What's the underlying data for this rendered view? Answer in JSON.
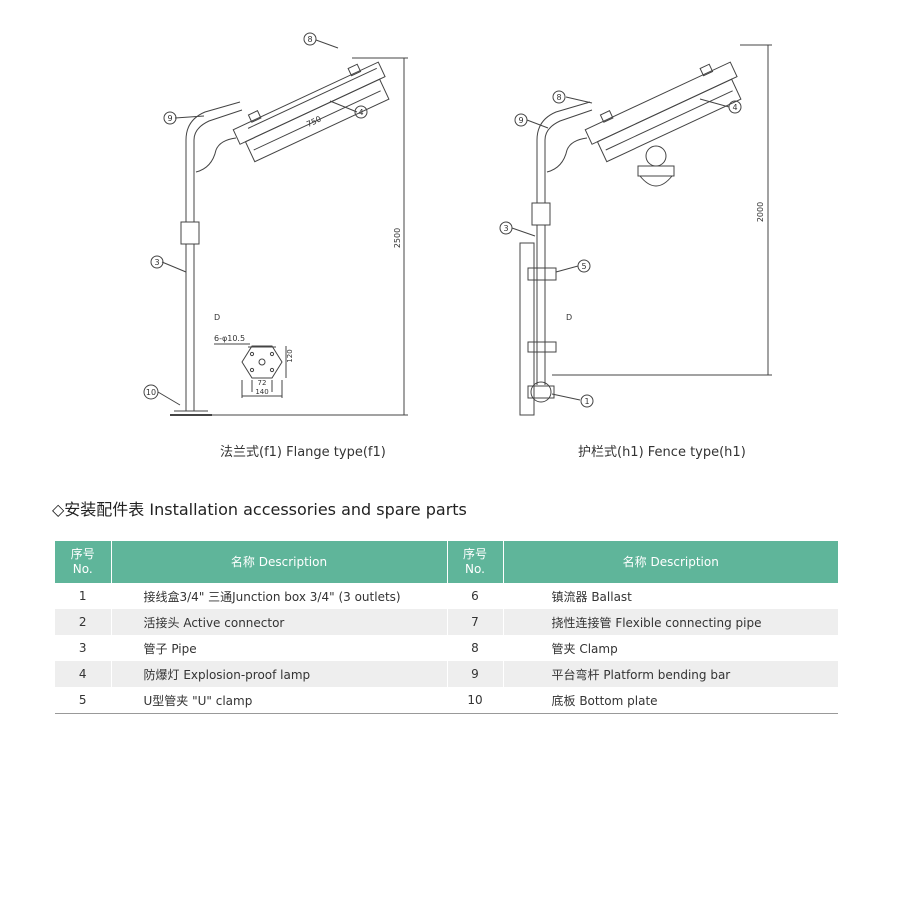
{
  "figures": {
    "left": {
      "caption": "法兰式(f1) Flange type(f1)",
      "dim_height": "2500",
      "dim_length": "750",
      "label_d": "D",
      "hole_label": "6-φ10.5",
      "plate_dims": [
        "120",
        "72",
        "140"
      ],
      "callouts": [
        "8",
        "9",
        "4",
        "3",
        "10"
      ]
    },
    "right": {
      "caption": "护栏式(h1) Fence type(h1)",
      "dim_height": "2000",
      "label_d": "D",
      "callouts": [
        "8",
        "9",
        "4",
        "3",
        "5",
        "1"
      ]
    }
  },
  "section_title": "◇安装配件表 Installation accessories and spare parts",
  "table": {
    "headers": {
      "no_cn": "序号",
      "no_en": "No.",
      "desc": "名称 Description"
    },
    "rows": [
      {
        "n1": "1",
        "d1": "接线盒3/4\" 三通Junction box 3/4\" (3 outlets)",
        "n2": "6",
        "d2": "镇流器 Ballast"
      },
      {
        "n1": "2",
        "d1": "活接头 Active connector",
        "n2": "7",
        "d2": "挠性连接管 Flexible connecting pipe"
      },
      {
        "n1": "3",
        "d1": "管子 Pipe",
        "n2": "8",
        "d2": "管夹 Clamp"
      },
      {
        "n1": "4",
        "d1": "防爆灯 Explosion-proof lamp",
        "n2": "9",
        "d2": "平台弯杆 Platform bending bar"
      },
      {
        "n1": "5",
        "d1": "U型管夹 \"U\" clamp",
        "n2": "10",
        "d2": "底板 Bottom plate"
      }
    ]
  },
  "colors": {
    "header_bg": "#5fb59a",
    "row_alt": "#eeeeee",
    "line": "#444444"
  }
}
